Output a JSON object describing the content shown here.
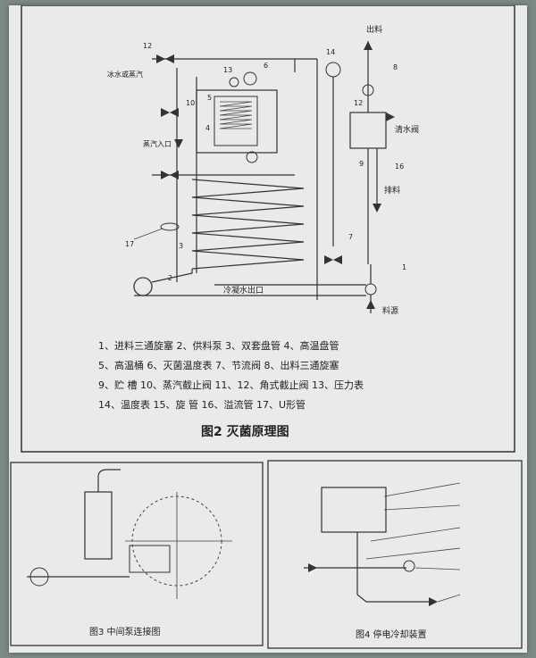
{
  "fig2": {
    "caption": "图2   灭菌原理图",
    "labels": {
      "outlet_v": "出料",
      "inlet": "料源",
      "cold_out": "冷凝水出口",
      "steam_in": "蒸汽入口",
      "ice_water": "冰水或蒸汽",
      "clear_valve": "清水阀",
      "discharge": "排料"
    },
    "numbers": {
      "n1": "1",
      "n2": "2",
      "n3": "3",
      "n4": "4",
      "n5": "5",
      "n6": "6",
      "n7": "7",
      "n8": "8",
      "n9": "9",
      "n10": "10",
      "n12a": "12",
      "n12b": "12",
      "n13": "13",
      "n14": "14",
      "n16": "16",
      "n17": "17"
    },
    "legend": [
      "1、进料三通旋塞  2、供料泵  3、双套盘管  4、高温盘管",
      "5、高温桶  6、灭菌温度表  7、节流阀  8、出料三通旋塞",
      "9、贮   槽    10、蒸汽截止阀  11、12、角式截止阀  13、压力表",
      "14、温度表 15、旋   管  16、溢流管  17、U形管"
    ]
  },
  "fig3": {
    "caption": "图3   中间泵连接图"
  },
  "fig4": {
    "caption": "图4   停电冷却装置"
  }
}
